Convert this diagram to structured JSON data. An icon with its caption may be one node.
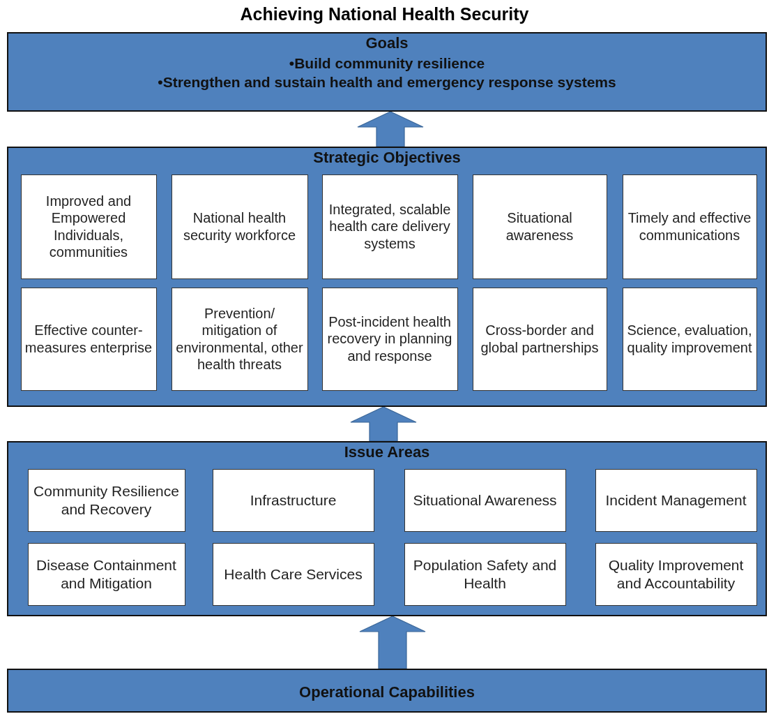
{
  "diagram": {
    "title": "Achieving National Health Security",
    "nodes": [
      {
        "text": [
          "Goals",
          "•Build community resilience",
          "•Strengthen and sustain health and emergency response systems"
        ]
      },
      {
        "text": [
          "Strategic Objectives"
        ]
      },
      {
        "text": [
          "Improved and Empowered Individuals, communities"
        ],
        "in": 1
      },
      {
        "text": [
          "National health security workforce"
        ],
        "in": 1
      },
      {
        "text": [
          "Integrated, scalable health care delivery systems"
        ],
        "in": 1
      },
      {
        "text": [
          "Situational awareness"
        ],
        "in": 1
      },
      {
        "text": [
          "Timely and effective communications"
        ],
        "in": 1
      },
      {
        "text": [
          "Effective counter-measures enterprise"
        ],
        "in": 1
      },
      {
        "text": [
          "Prevention/ mitigation of environmental, other health threats"
        ],
        "in": 1
      },
      {
        "text": [
          "Post-incident health recovery in planning and response"
        ],
        "in": 1
      },
      {
        "text": [
          "Cross-border and global partnerships"
        ],
        "in": 1
      },
      {
        "text": [
          "Science, evaluation, quality improvement"
        ],
        "in": 1
      },
      {
        "text": [
          "Issue Areas"
        ]
      },
      {
        "text": [
          "Community Resilience and Recovery"
        ],
        "in": 12
      },
      {
        "text": [
          "Infrastructure"
        ],
        "in": 12
      },
      {
        "text": [
          "Situational Awareness"
        ],
        "in": 12
      },
      {
        "text": [
          "Incident Management"
        ],
        "in": 12
      },
      {
        "text": [
          "Disease Containment and Mitigation"
        ],
        "in": 12
      },
      {
        "text": [
          "Health Care Services"
        ],
        "in": 12
      },
      {
        "text": [
          "Population Safety and Health"
        ],
        "in": 12
      },
      {
        "text": [
          "Quality Improvement and Accountability"
        ],
        "in": 12
      },
      {
        "text": [
          "Operational Capabilities"
        ]
      }
    ],
    "edges": [
      {
        "from": 1,
        "to": 0,
        "arrow": "to"
      },
      {
        "from": 12,
        "to": 1,
        "arrow": "to"
      },
      {
        "from": 21,
        "to": 12,
        "arrow": "to"
      }
    ]
  }
}
